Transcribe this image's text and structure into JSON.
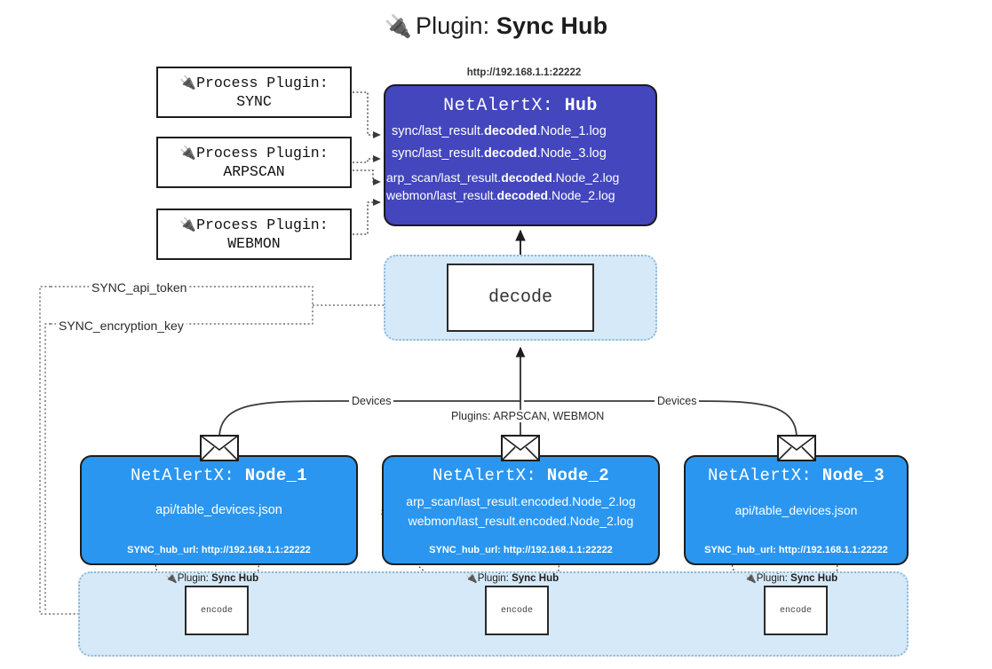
{
  "title": {
    "icon": "plug-icon",
    "glyph": "🔌",
    "prefix": "Plugin:",
    "name": "Sync Hub"
  },
  "hub": {
    "url_label": "http://192.168.1.1:22222",
    "header_prefix": "NetAlertX:",
    "header_name": "Hub",
    "logs": [
      {
        "pre": "sync/last_result.",
        "bold": "decoded",
        "post": ".Node_1.log"
      },
      {
        "pre": "sync/last_result.",
        "bold": "decoded",
        "post": ".Node_3.log"
      },
      {
        "pre": "arp_scan/last_result.",
        "bold": "decoded",
        "post": ".Node_2.log"
      },
      {
        "pre": "webmon/last_result.",
        "bold": "decoded",
        "post": ".Node_2.log"
      }
    ]
  },
  "process_plugins": [
    {
      "glyph": "🔌",
      "line1": "Process Plugin:",
      "line2": "SYNC"
    },
    {
      "glyph": "🔌",
      "line1": "Process Plugin:",
      "line2": "ARPSCAN"
    },
    {
      "glyph": "🔌",
      "line1": "Process Plugin:",
      "line2": "WEBMON"
    }
  ],
  "decode": {
    "label": "decode"
  },
  "settings": {
    "api_token": "SYNC_api_token",
    "encryption_key": "SYNC_encryption_key"
  },
  "edge_labels": {
    "devices_left": "Devices",
    "devices_right": "Devices",
    "plugins_center": "Plugins: ARPSCAN, WEBMON"
  },
  "nodes": [
    {
      "header_prefix": "NetAlertX:",
      "header_name": "Node_1",
      "lines": [
        "api/table_devices.json"
      ],
      "hub_url": "SYNC_hub_url: http://192.168.1.1:22222"
    },
    {
      "header_prefix": "NetAlertX:",
      "header_name": "Node_2",
      "lines": [
        "arp_scan/last_result.encoded.Node_2.log",
        "webmon/last_result.encoded.Node_2.log"
      ],
      "hub_url": "SYNC_hub_url: http://192.168.1.1:22222"
    },
    {
      "header_prefix": "NetAlertX:",
      "header_name": "Node_3",
      "lines": [
        "api/table_devices.json"
      ],
      "hub_url": "SYNC_hub_url: http://192.168.1.1:22222"
    }
  ],
  "encoders": [
    {
      "caption_prefix": "Plugin:",
      "caption_name": "Sync Hub",
      "glyph": "🔌",
      "label": "encode"
    },
    {
      "caption_prefix": "Plugin:",
      "caption_name": "Sync Hub",
      "glyph": "🔌",
      "label": "encode"
    },
    {
      "caption_prefix": "Plugin:",
      "caption_name": "Sync Hub",
      "glyph": "🔌",
      "label": "encode"
    }
  ],
  "colors": {
    "hub_fill": "#4346bd",
    "node_fill": "#2b96f0",
    "cluster_fill": "#d6e9f8",
    "cluster_border": "#8bb8d8",
    "stroke": "#1d1d1d",
    "background": "#ffffff"
  }
}
